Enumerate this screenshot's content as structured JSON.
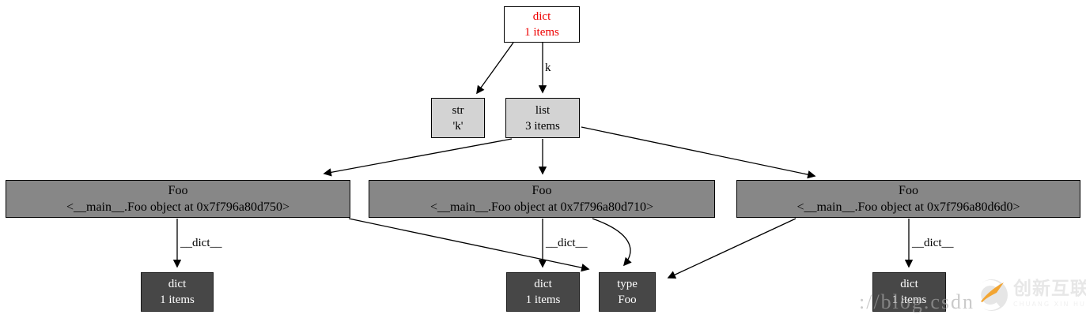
{
  "diagram": {
    "kind": "object-reference-graph",
    "nodes": {
      "root_dict": {
        "label": "dict",
        "sublabel": "1 items",
        "fill": "#ffffff",
        "text_color": "#ee0000"
      },
      "str_k": {
        "label": "str",
        "sublabel": "'k'",
        "fill": "#d3d3d3",
        "text_color": "#000000"
      },
      "list": {
        "label": "list",
        "sublabel": "3 items",
        "fill": "#d3d3d3",
        "text_color": "#000000"
      },
      "foo_1": {
        "label": "Foo",
        "sublabel": "<__main__.Foo object at 0x7f796a80d750>",
        "fill": "#878787",
        "text_color": "#000000"
      },
      "foo_2": {
        "label": "Foo",
        "sublabel": "<__main__.Foo object at 0x7f796a80d710>",
        "fill": "#878787",
        "text_color": "#000000"
      },
      "foo_3": {
        "label": "Foo",
        "sublabel": "<__main__.Foo object at 0x7f796a80d6d0>",
        "fill": "#878787",
        "text_color": "#000000"
      },
      "dict_1": {
        "label": "dict",
        "sublabel": "1 items",
        "fill": "#474747",
        "text_color": "#ffffff"
      },
      "dict_2": {
        "label": "dict",
        "sublabel": "1 items",
        "fill": "#474747",
        "text_color": "#ffffff"
      },
      "type_foo": {
        "label": "type",
        "sublabel": "Foo",
        "fill": "#474747",
        "text_color": "#ffffff"
      },
      "dict_3": {
        "label": "dict",
        "sublabel": "1 items",
        "fill": "#474747",
        "text_color": "#ffffff"
      }
    },
    "edges": [
      {
        "from": "root_dict",
        "to": "str_k",
        "label": ""
      },
      {
        "from": "root_dict",
        "to": "list",
        "label": "k"
      },
      {
        "from": "list",
        "to": "foo_1",
        "label": ""
      },
      {
        "from": "list",
        "to": "foo_2",
        "label": ""
      },
      {
        "from": "list",
        "to": "foo_3",
        "label": ""
      },
      {
        "from": "foo_1",
        "to": "dict_1",
        "label": "__dict__"
      },
      {
        "from": "foo_1",
        "to": "type_foo",
        "label": ""
      },
      {
        "from": "foo_2",
        "to": "dict_2",
        "label": "__dict__"
      },
      {
        "from": "foo_2",
        "to": "type_foo",
        "label": ""
      },
      {
        "from": "foo_3",
        "to": "dict_3",
        "label": "__dict__"
      },
      {
        "from": "foo_3",
        "to": "type_foo",
        "label": ""
      }
    ],
    "edge_labels": {
      "k": "k",
      "dict_1": "__dict__",
      "dict_2": "__dict__",
      "dict_3": "__dict__"
    },
    "colors": {
      "background": "#ffffff",
      "edge_stroke": "#000000",
      "root_text_red": "#ee0000",
      "light_fill": "#d3d3d3",
      "mid_fill": "#878787",
      "dark_fill": "#474747"
    }
  },
  "watermark": {
    "url_fragment": "://blog.csdn",
    "brand_name": "创新互联",
    "brand_subtitle": "CHUANG XIN HU LIAN",
    "accent_color": "#f2a533"
  }
}
